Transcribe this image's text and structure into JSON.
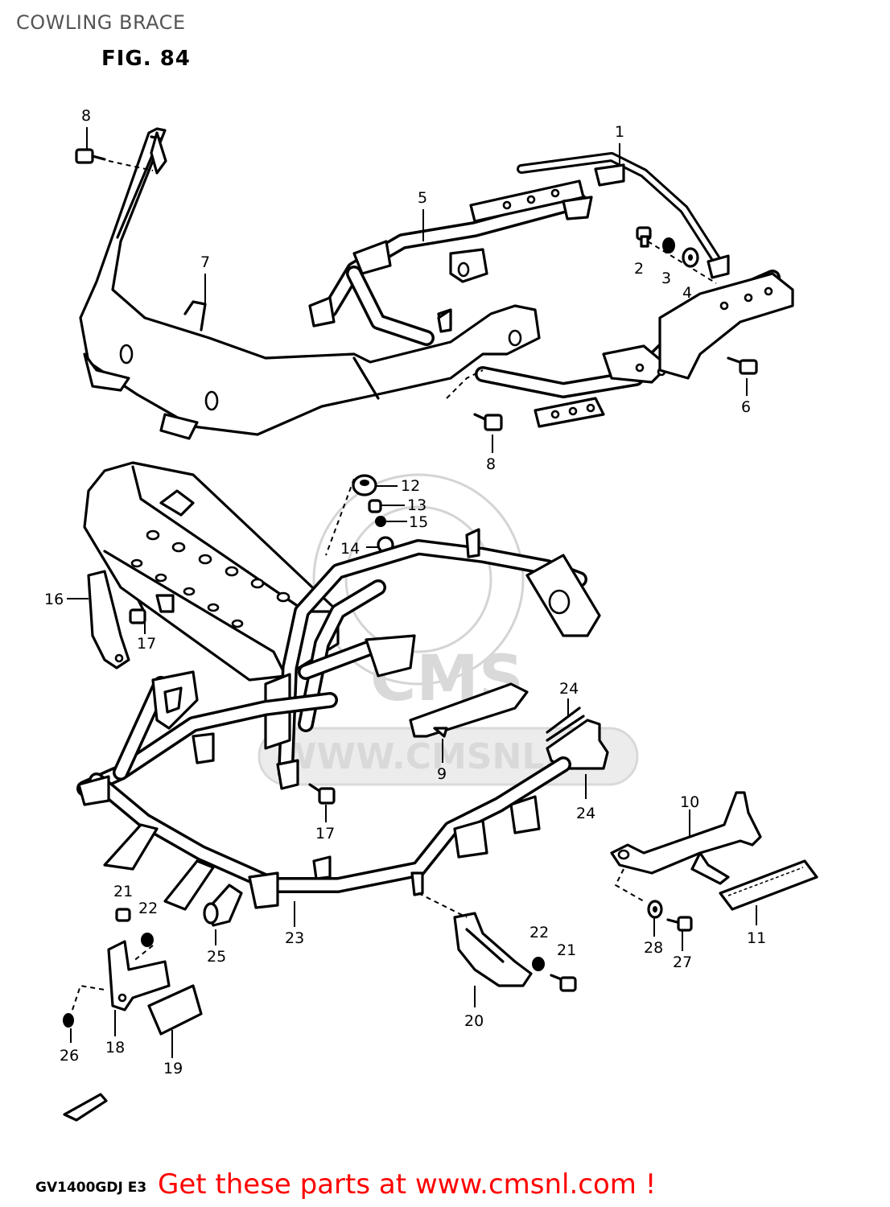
{
  "page": {
    "header": "COWLING BRACE",
    "figure_label": "FIG. 84",
    "model_code": "GV1400GDJ E3",
    "footer_link": "Get these parts at www.cmsnl.com !"
  },
  "watermark": {
    "text_main": "CMS",
    "text_url": "WWW.CMSNL.C"
  },
  "callouts": [
    {
      "id": "c1",
      "label": "1"
    },
    {
      "id": "c2",
      "label": "2"
    },
    {
      "id": "c3",
      "label": "3"
    },
    {
      "id": "c4",
      "label": "4"
    },
    {
      "id": "c5",
      "label": "5"
    },
    {
      "id": "c6",
      "label": "6"
    },
    {
      "id": "c7",
      "label": "7"
    },
    {
      "id": "c8a",
      "label": "8"
    },
    {
      "id": "c8b",
      "label": "8"
    },
    {
      "id": "c9",
      "label": "9"
    },
    {
      "id": "c10",
      "label": "10"
    },
    {
      "id": "c11",
      "label": "11"
    },
    {
      "id": "c12",
      "label": "12"
    },
    {
      "id": "c13",
      "label": "13"
    },
    {
      "id": "c14",
      "label": "14"
    },
    {
      "id": "c15",
      "label": "15"
    },
    {
      "id": "c16",
      "label": "16"
    },
    {
      "id": "c17a",
      "label": "17"
    },
    {
      "id": "c17b",
      "label": "17"
    },
    {
      "id": "c18",
      "label": "18"
    },
    {
      "id": "c19",
      "label": "19"
    },
    {
      "id": "c20",
      "label": "20"
    },
    {
      "id": "c21a",
      "label": "21"
    },
    {
      "id": "c21b",
      "label": "21"
    },
    {
      "id": "c22a",
      "label": "22"
    },
    {
      "id": "c22b",
      "label": "22"
    },
    {
      "id": "c23",
      "label": "23"
    },
    {
      "id": "c24a",
      "label": "24"
    },
    {
      "id": "c24b",
      "label": "24"
    },
    {
      "id": "c25",
      "label": "25"
    },
    {
      "id": "c26",
      "label": "26"
    },
    {
      "id": "c27",
      "label": "27"
    },
    {
      "id": "c28",
      "label": "28"
    }
  ]
}
